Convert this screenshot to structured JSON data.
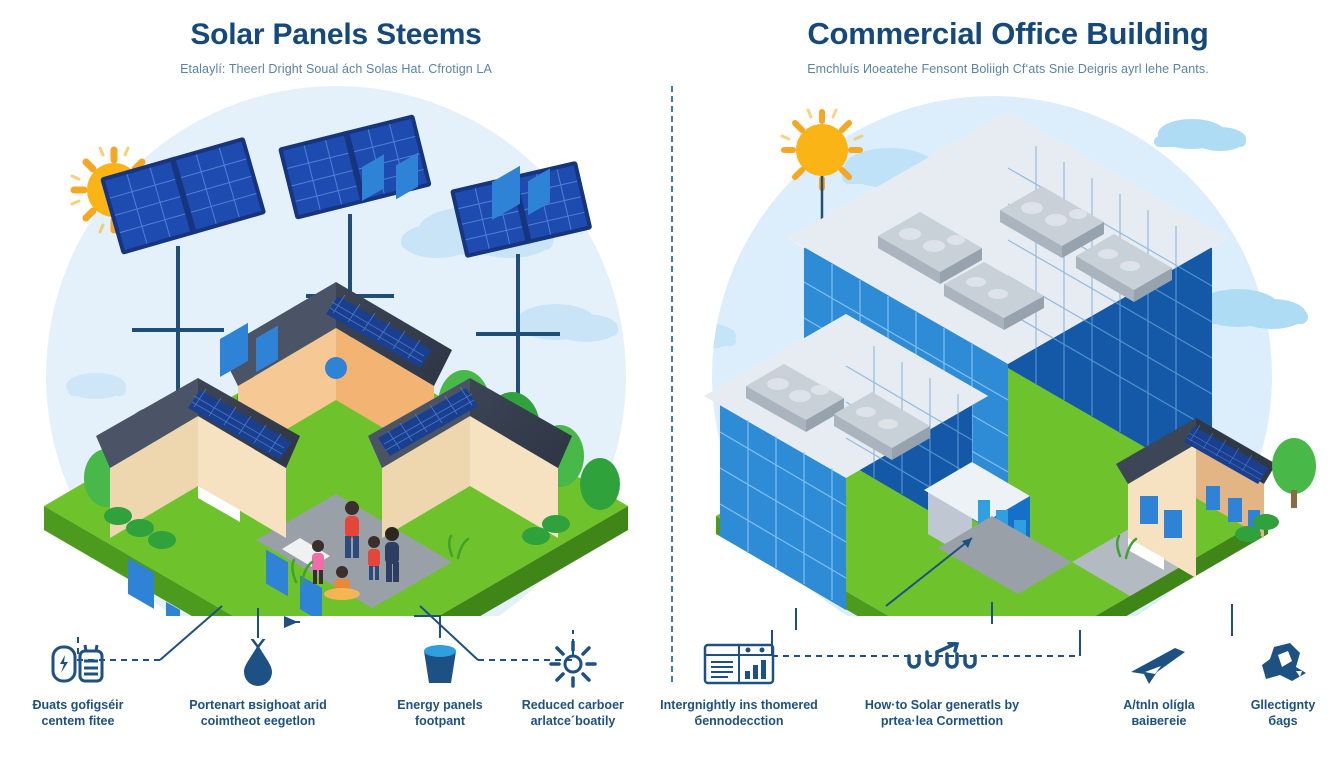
{
  "accent": {
    "title_navy": "#15497c",
    "subtitle_blue": "#5b83a8",
    "icon_navy": "#1d5183",
    "sun_orange": "#FBB415",
    "panel_blue": "#1b3f8f",
    "grass_green": "#5CB335",
    "sky_blue": "#E4F1FA",
    "cloud_blue": "#AEDCF5",
    "glass_blue": "#1f6fc4"
  },
  "left_panel": {
    "title": "Solar Panels Steems",
    "subtitle": "Etalaylí: Theerl Dright Soual ách Solas Hat. Cfrotign LA",
    "scene_name": "residential-solar-neighborhood-illustration",
    "icons": [
      {
        "icon": "battery-cells-icon",
        "caption_line1": "Ðuats gofigséir",
        "caption_line2": "centem fitee"
      },
      {
        "icon": "water-droplet-icon",
        "caption_line1": "Portenart вsighoat arid",
        "caption_line2": "coimtheot eegetlon"
      },
      {
        "icon": "bucket-icon",
        "caption_line1": "Energy panels",
        "caption_line2": "footpant"
      },
      {
        "icon": "sun-rays-icon",
        "caption_line1": "Reduсed carboeг",
        "caption_line2": "arlatce´boatily"
      }
    ]
  },
  "right_panel": {
    "title": "Commercial Office Building",
    "subtitle": "Emchluís Иоeatehe Fensont Boliigh Cf‘ats Snie Deigris ayrl lehe Pants.",
    "scene_name": "commercial-office-solar-illustration",
    "icons": [
      {
        "icon": "document-report-icon",
        "caption_line1": "Intergnightly ins thomered",
        "caption_line2": "бennodecction"
      },
      {
        "icon": "droplet-chart-icon",
        "caption_line1": "How·to Solar generatls by",
        "caption_line2": "prtea·lea Cormettion"
      },
      {
        "icon": "airplane-icon",
        "caption_line1": "A/tnln olíglа",
        "caption_line2": "ваівегеіе"
      },
      {
        "icon": "package-burst-icon",
        "caption_line1": "Gllectignty",
        "caption_line2": "баgs"
      }
    ]
  }
}
